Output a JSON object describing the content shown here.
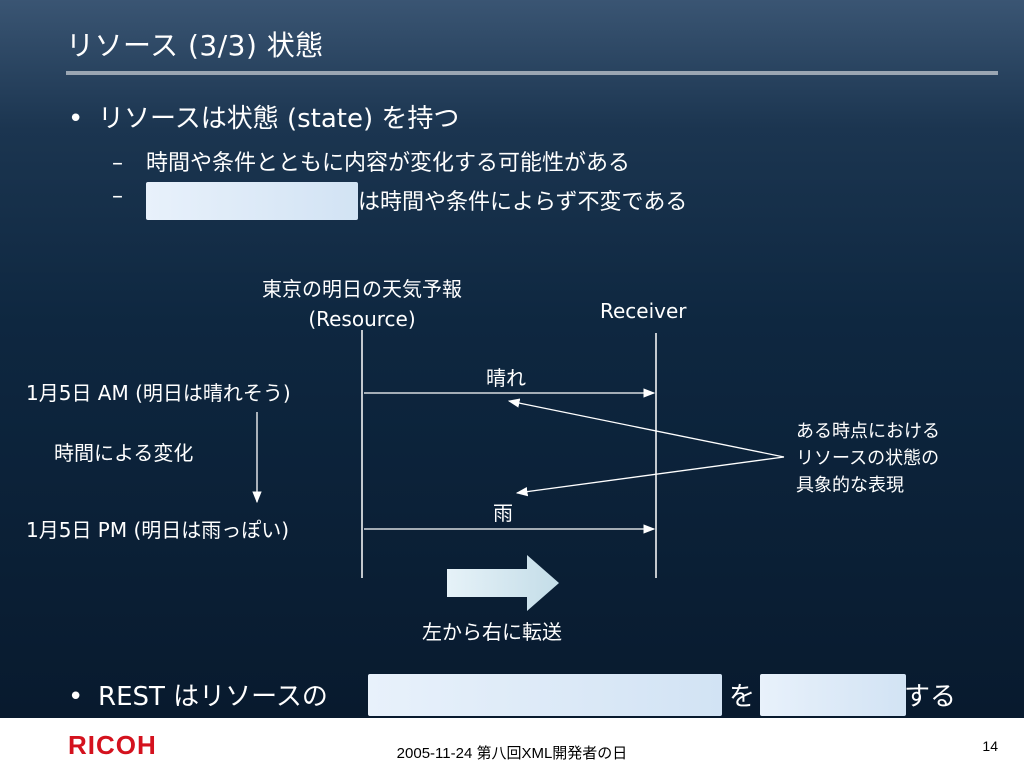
{
  "title": "リソース (3/3) 状態",
  "bullet1": "リソースは状態 (state) を持つ",
  "bullet_symbol": "•",
  "sub_dash": "–",
  "sub1": "時間や条件とともに内容が変化する可能性がある",
  "sub2_after": "は時間や条件によらず不変である",
  "diagram": {
    "resource_label_line1": "東京の明日の天気予報",
    "resource_label_line2": "(Resource)",
    "receiver_label": "Receiver",
    "message1": "晴れ",
    "message2": "雨",
    "event1": "1月5日 AM (明日は晴れそう)",
    "event2": "1月5日 PM (明日は雨っぽい)",
    "time_change": "時間による変化",
    "annotation_line1": "ある時点における",
    "annotation_line2": "リソースの状態の",
    "annotation_line3": "具象的な表現",
    "transfer_label": "左から右に転送"
  },
  "bottom": {
    "prefix": "REST はリソースの",
    "middle": "を",
    "suffix": "する"
  },
  "footer": {
    "logo": "RICOH",
    "center": "2005-11-24 第八回XML開発者の日",
    "page": "14"
  },
  "colors": {
    "logo_red": "#d4121e",
    "mask_light_blue": "#dbe8f6",
    "arrow_fill": "#cfe3ee"
  }
}
